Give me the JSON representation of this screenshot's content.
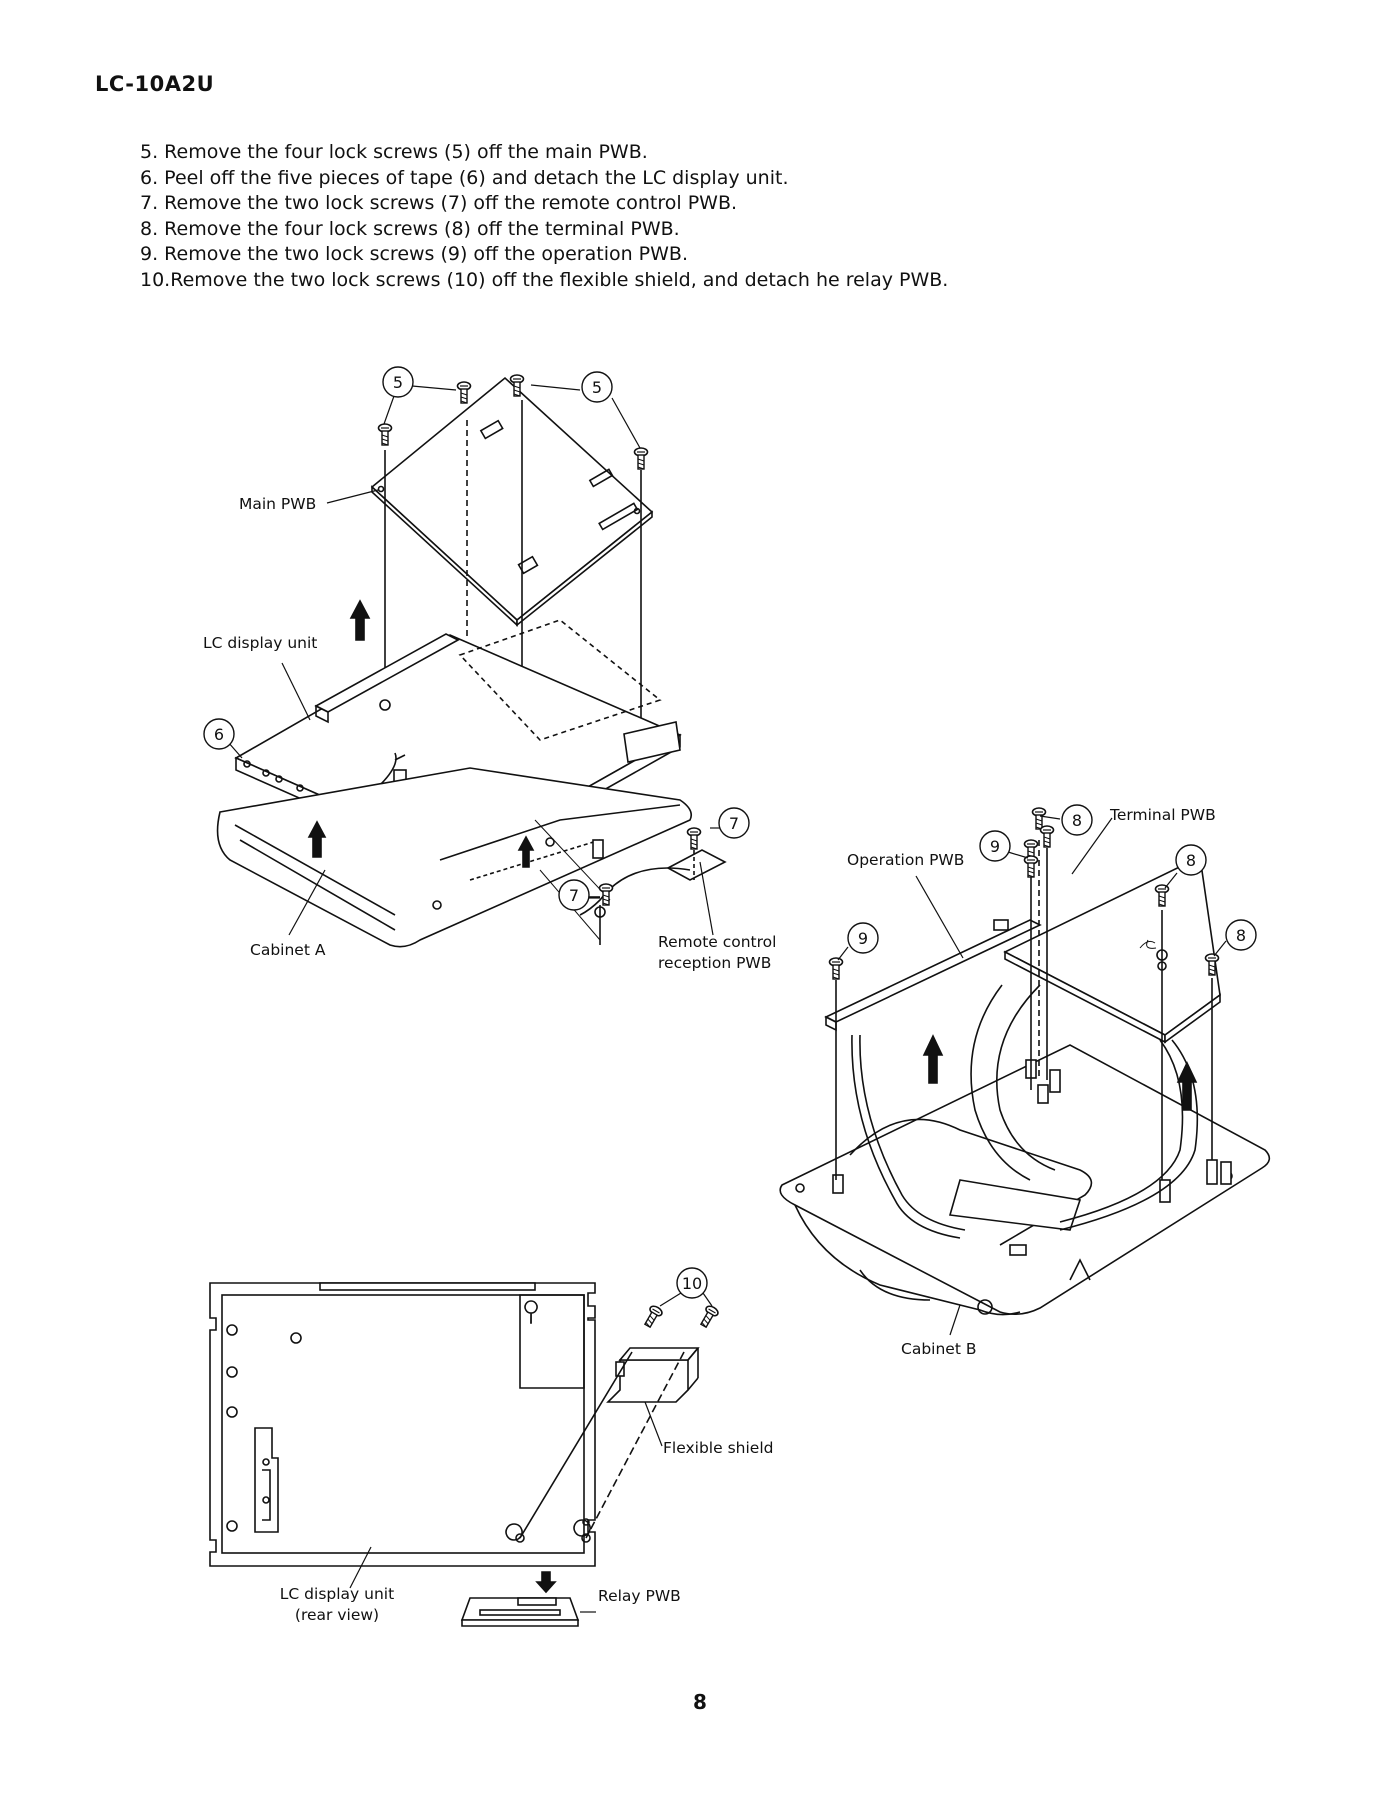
{
  "header": {
    "model": "LC-10A2U"
  },
  "steps": [
    "5.  Remove the four lock screws (5) off the main PWB.",
    "6.  Peel off the five pieces of tape (6) and detach the LC display unit.",
    "7.  Remove the two lock screws (7) off the remote control PWB.",
    "8.  Remove the four lock screws (8) off the terminal PWB.",
    "9.  Remove the two lock screws (9) off the operation PWB.",
    "10.Remove the two lock screws (10) off the flexible shield, and detach he relay PWB."
  ],
  "figure1": {
    "labels": {
      "main_pwb": "Main PWB",
      "lc_display_unit": "LC display unit",
      "cabinet_a": "Cabinet A",
      "remote_line1": "Remote control",
      "remote_line2": "reception PWB"
    },
    "callouts": {
      "c5a": "5",
      "c5b": "5",
      "c6": "6",
      "c7a": "7",
      "c7b": "7"
    }
  },
  "figure2": {
    "labels": {
      "terminal_pwb": "Terminal PWB",
      "operation_pwb": "Operation PWB",
      "cabinet_b": "Cabinet B"
    },
    "callouts": {
      "c8a": "8",
      "c8b": "8",
      "c8c": "8",
      "c9a": "9",
      "c9b": "9"
    }
  },
  "figure3": {
    "labels": {
      "flexible_shield": "Flexible shield",
      "relay_pwb": "Relay PWB",
      "lc_rear_line1": "LC display unit",
      "lc_rear_line2": "(rear view)"
    },
    "callouts": {
      "c10": "10"
    }
  },
  "footer": {
    "page_number": "8"
  }
}
